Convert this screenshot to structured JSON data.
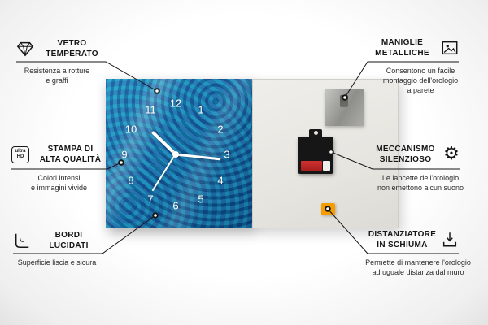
{
  "clock": {
    "numbers": [
      "12",
      "1",
      "2",
      "3",
      "4",
      "5",
      "6",
      "7",
      "8",
      "9",
      "10",
      "11"
    ]
  },
  "callouts": {
    "left": [
      {
        "icon": "diamond-icon",
        "title": "VETRO\nTEMPERATO",
        "description": "Resistenza a rotture\ne graffi"
      },
      {
        "icon": "ultra-hd-icon",
        "icon_label": "ultra\nHD",
        "title": "STAMPA DI\nALTA QUALITÀ",
        "description": "Colori intensi\ne immagini vivide"
      },
      {
        "icon": "polished-edge-icon",
        "title": "BORDI\nLUCIDATI",
        "description": "Superficie liscia e sicura"
      }
    ],
    "right": [
      {
        "icon": "picture-frame-icon",
        "title": "MANIGLIE\nMETALLICHE",
        "description": "Consentono un facile\nmontaggio dell'orologio\na parete"
      },
      {
        "icon": "gear-icon",
        "title": "MECCANISMO\nSILENZIOSO",
        "description": "Le lancette dell'orologio\nnon emettono alcun suono"
      },
      {
        "icon": "foam-spacer-icon",
        "title": "DISTANZIATORE\nIN SCHIUMA",
        "description": "Permette di mantenere l'orologio\nad uguale distanza dal muro"
      }
    ]
  },
  "colors": {
    "clock_front_blue": "#1468a8",
    "back_panel_gray": "#e7e5e0",
    "foam_orange": "#f59d00",
    "mechanism_black": "#161616",
    "battery_red": "#b82525"
  }
}
